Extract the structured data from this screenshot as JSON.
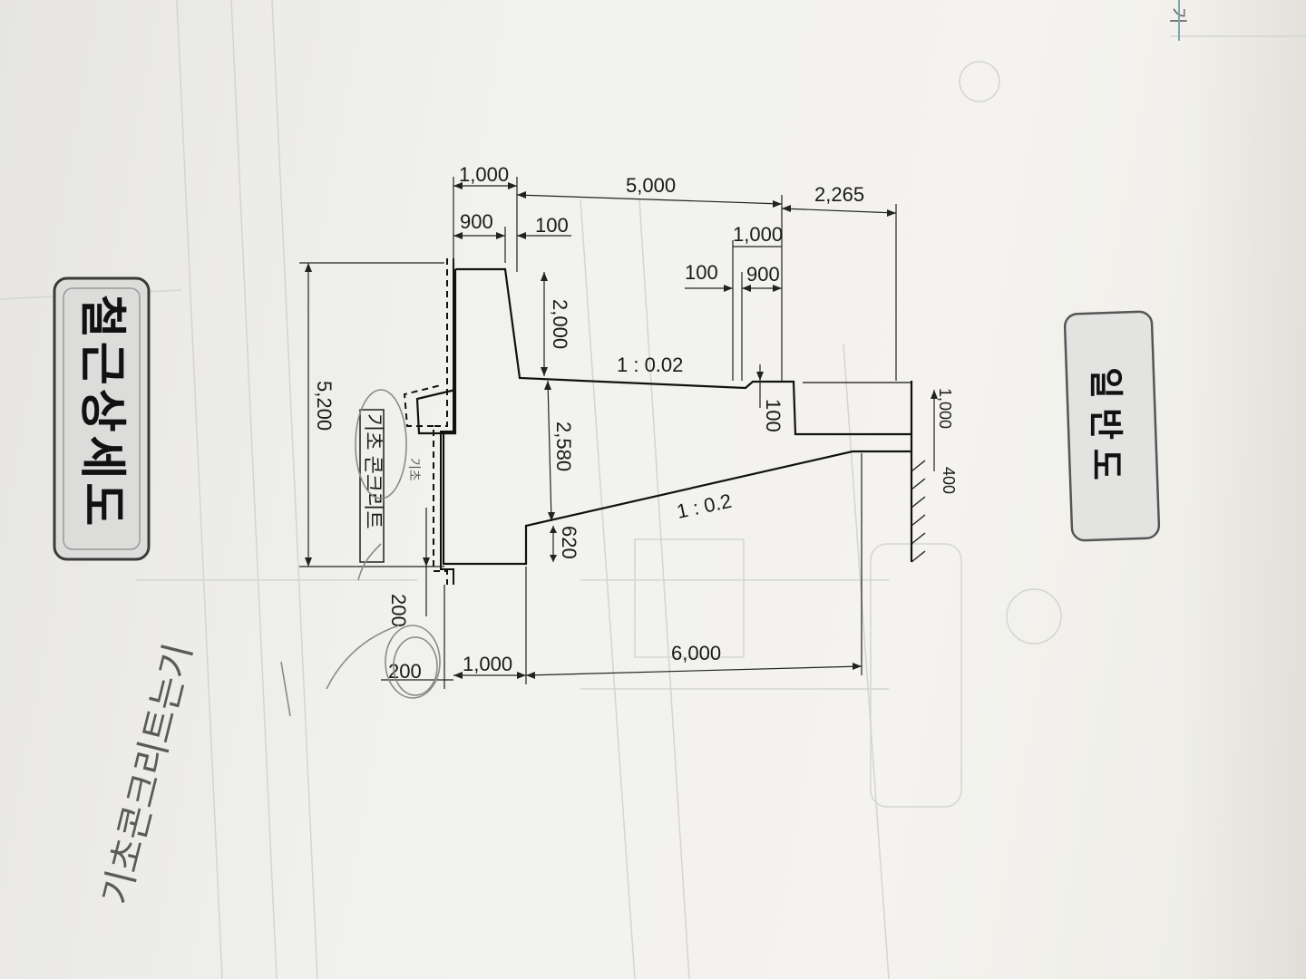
{
  "titles": {
    "detail": "철근상세도",
    "general": "일반도"
  },
  "corner_label": "기",
  "dimensions": {
    "top_1000": "1,000",
    "top_900": "900",
    "top_100": "100",
    "top_5000": "5,000",
    "top_2265": "2,265",
    "mid_1000": "1,000",
    "mid_100": "100",
    "mid_900": "900",
    "v_2000": "2,000",
    "slope_upper": "1 : 0.02",
    "v_100": "100",
    "v_1000": "1,000",
    "v_400": "400",
    "v_2580": "2,580",
    "slope_lower": "1 : 0.2",
    "v_620": "620",
    "v_5200": "5,200",
    "bot_200a": "200",
    "bot_200b": "200",
    "bot_1000": "1,000",
    "bot_6000": "6,000"
  },
  "labels": {
    "foundation_concrete": "기초 콘크리트"
  },
  "annotations": {
    "handwritten_main": "기초콘크리트는기",
    "handwritten_small": "기초"
  }
}
